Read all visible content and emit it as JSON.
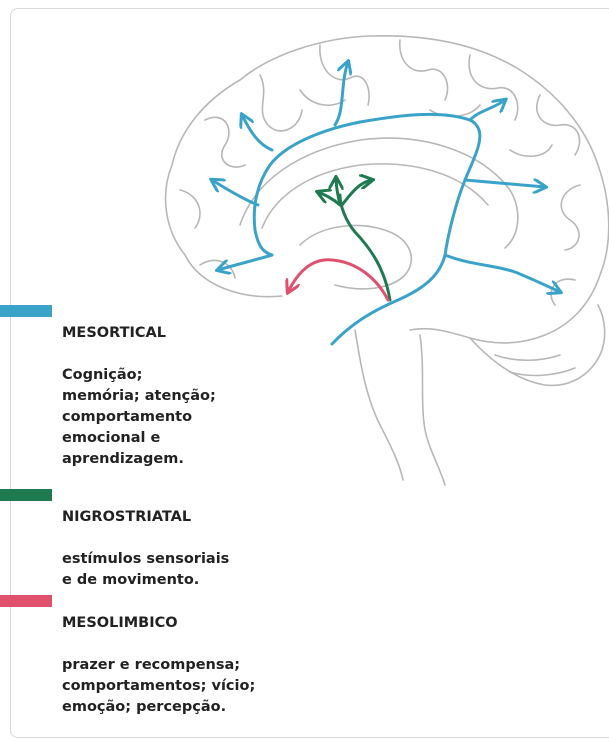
{
  "colors": {
    "mesocortical": "#3aa3c9",
    "nigrostriatal": "#1f7a50",
    "mesolimbic": "#e0516e",
    "brain_outline": "#b7b7b7"
  },
  "legend": [
    {
      "key": "mesocortical",
      "title": "MESORTICAL",
      "description": "Cognição;\nmemória; atenção;\ncomportamento\nemocional e\naprendizagem."
    },
    {
      "key": "nigrostriatal",
      "title": "NIGROSTRIATAL",
      "description": "estímulos sensoriais\ne de movimento."
    },
    {
      "key": "mesolimbic",
      "title": "MESOLIMBICO",
      "description": "prazer e recompensa;\ncomportamentos; vício;\nemoção; percepção."
    }
  ]
}
